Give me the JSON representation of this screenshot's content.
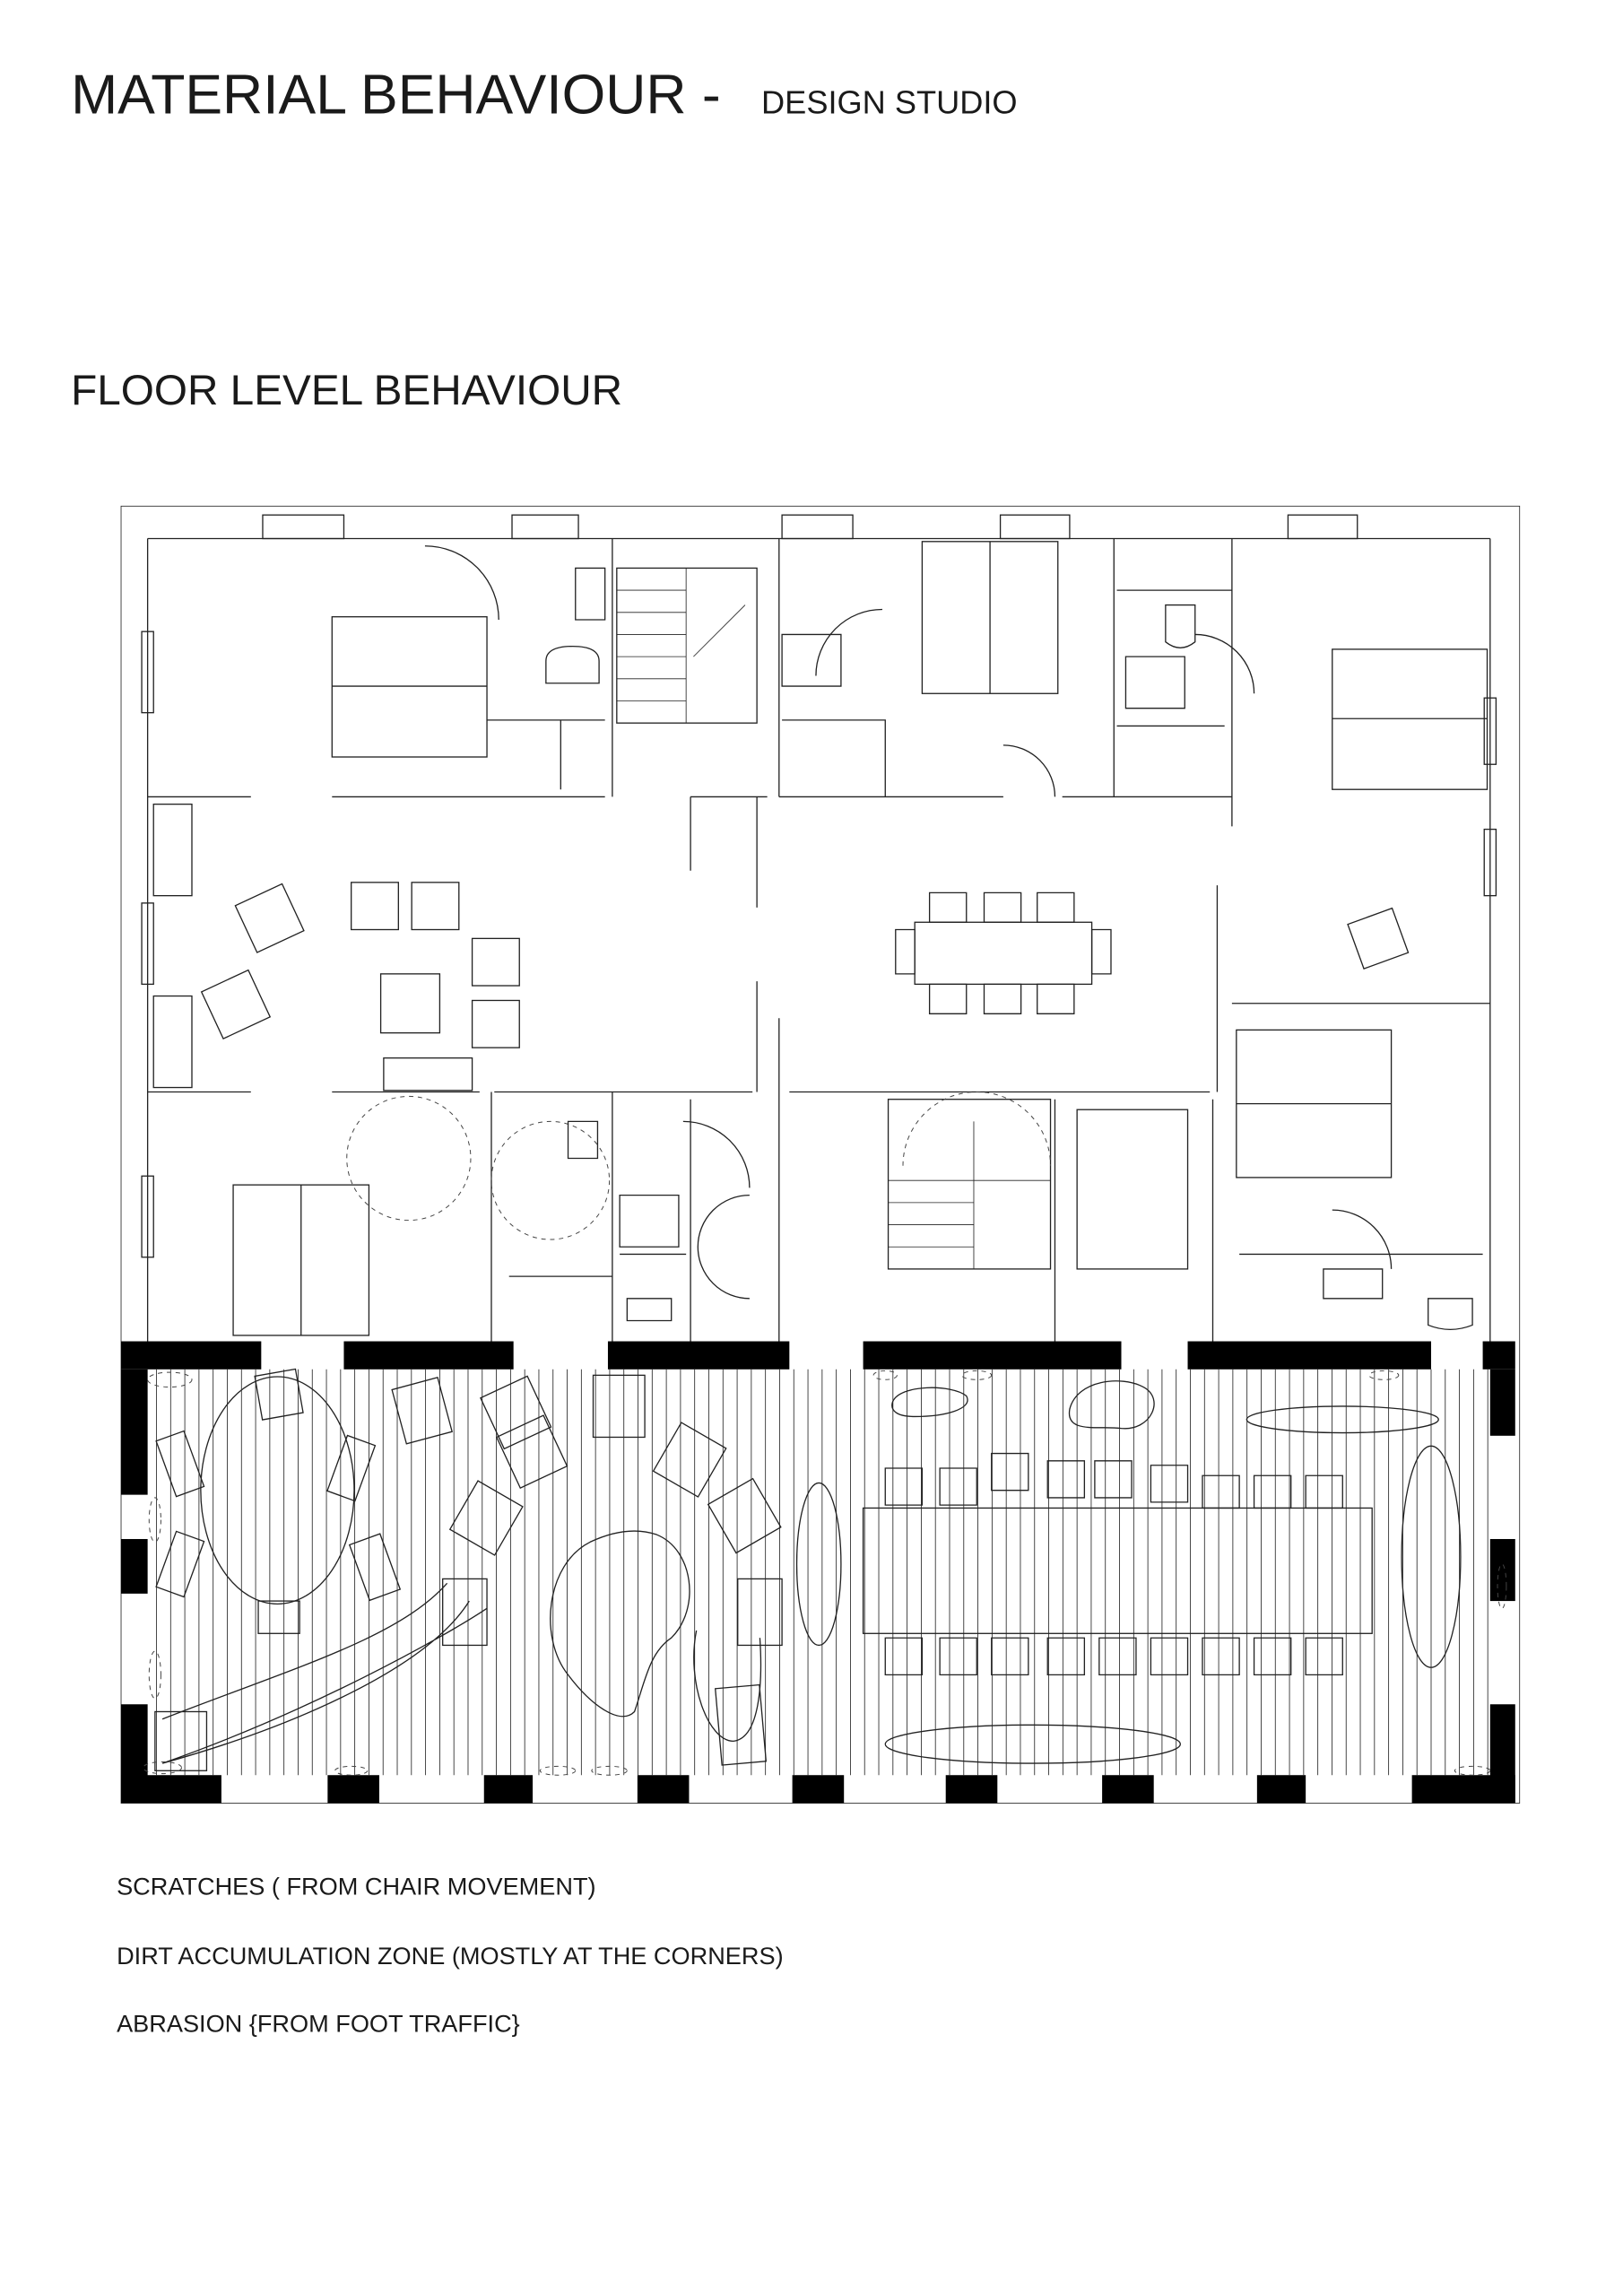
{
  "header": {
    "title": "MATERIAL BEHAVIOUR -",
    "subtitle": "DESIGN STUDIO",
    "section_title": "FLOOR LEVEL BEHAVIOUR"
  },
  "legend": {
    "items": [
      {
        "label": "SCRATCHES ( FROM CHAIR MOVEMENT)"
      },
      {
        "label": "DIRT ACCUMULATION ZONE (MOSTLY AT THE CORNERS)"
      },
      {
        "label": "ABRASION {FROM FOOT TRAFFIC}"
      }
    ]
  },
  "colors": {
    "ink": "#1a1a1a",
    "wall": "#000000",
    "paper": "#ffffff"
  }
}
